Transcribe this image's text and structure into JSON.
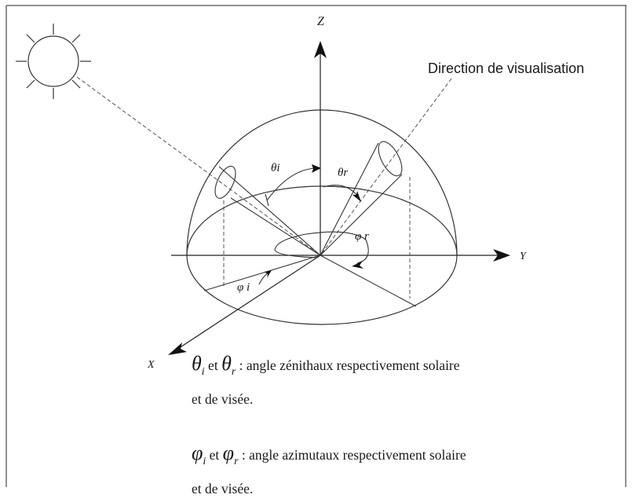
{
  "labels": {
    "z_axis": "Z",
    "y_axis": "Y",
    "x_axis": "X",
    "view_direction": "Direction de visualisation",
    "theta_i": "θi",
    "theta_r": "θr",
    "phi_i": "φ i",
    "phi_r": "φ r"
  },
  "caption": {
    "zenith": {
      "sym1": "θ",
      "sub1": "i",
      "joiner": " et ",
      "sym2": "θ",
      "sub2": "r",
      "text": " : angle zénithaux respectivement solaire",
      "line2": "et de visée."
    },
    "azimuth": {
      "sym1": "φ",
      "sub1": "i",
      "joiner": " et ",
      "sym2": "φ",
      "sub2": "r",
      "text": " : angle azimutaux respectivement solaire",
      "line2": "et de visée."
    }
  }
}
